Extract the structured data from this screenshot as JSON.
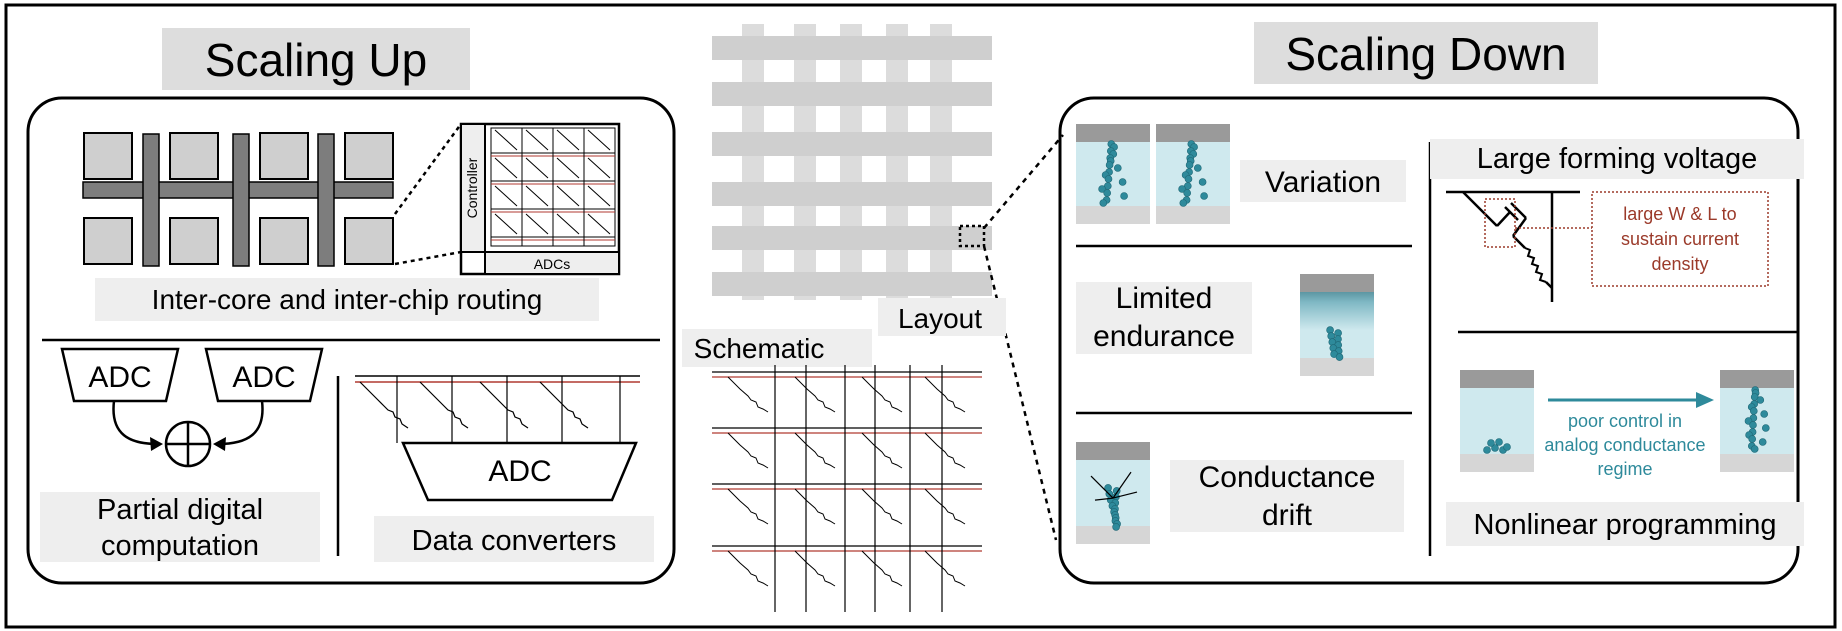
{
  "left_panel": {
    "title": "Scaling Up",
    "routing_caption": "Inter-core and inter-chip routing",
    "controller_label": "Controller",
    "adcs_label": "ADCs",
    "adc_label": "ADC",
    "partial_caption_line1": "Partial digital",
    "partial_caption_line2": "computation",
    "data_converters_caption": "Data converters"
  },
  "center_panel": {
    "layout_label": "Layout",
    "schematic_label": "Schematic"
  },
  "right_panel": {
    "title": "Scaling Down",
    "variation_label": "Variation",
    "endurance_line1": "Limited",
    "endurance_line2": "endurance",
    "drift_line1": "Conductance",
    "drift_line2": "drift",
    "forming_title": "Large forming voltage",
    "forming_note_line1": "large W & L to",
    "forming_note_line2": "sustain current",
    "forming_note_line3": "density",
    "arrow_note_line1": "poor control in",
    "arrow_note_line2": "analog conductance",
    "arrow_note_line3": "regime",
    "nonlinear_caption": "Nonlinear programming"
  },
  "colors": {
    "teal": "#2e8a9b",
    "light_cyan": "#cfe9ee",
    "gray_bar": "#9a9a9a",
    "label_bg": "#eeeeee",
    "title_bg": "#dddddd",
    "brown": "#9b3a2a",
    "red_line": "#b03a30"
  }
}
